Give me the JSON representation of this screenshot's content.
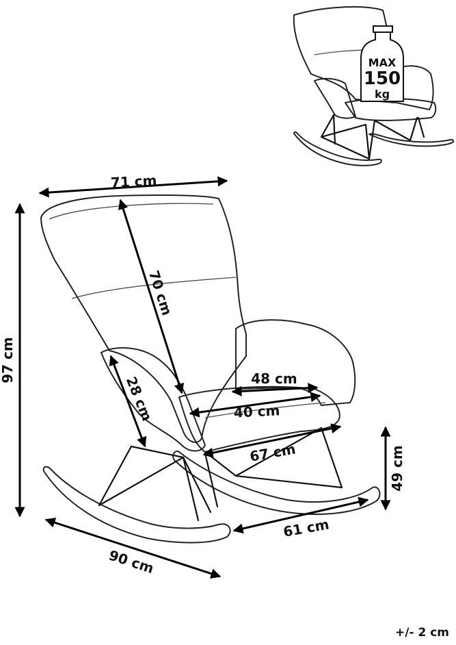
{
  "dimensions": {
    "width": "71 cm",
    "backrest_height": "70 cm",
    "total_height": "97 cm",
    "armrest_depth": "28 cm",
    "seat_width_top": "48 cm",
    "seat_width": "40 cm",
    "seat_depth": "67 cm",
    "seat_height": "49 cm",
    "rocker_inner": "61 cm",
    "rocker_length": "90 cm"
  },
  "badge": {
    "line1": "MAX",
    "line2": "150",
    "line3": "kg"
  },
  "tolerance": "+/- 2 cm"
}
